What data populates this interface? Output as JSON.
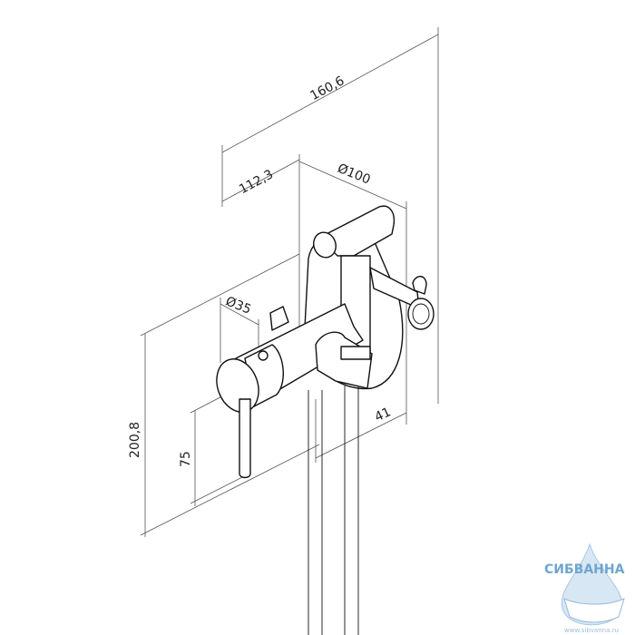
{
  "dimensions": {
    "overall_depth": "160,6",
    "wall_depth": "112,3",
    "flange_diameter": "Ø100",
    "handle_diameter": "Ø35",
    "overall_height": "200,8",
    "lever_height": "75",
    "holder_offset": "41"
  },
  "logo": {
    "name": "СИБВАННА",
    "url": "www.sibvanna.ru"
  },
  "colors": {
    "line": "#111111",
    "dimension": "#555555",
    "logo": "#4a8fc4"
  }
}
